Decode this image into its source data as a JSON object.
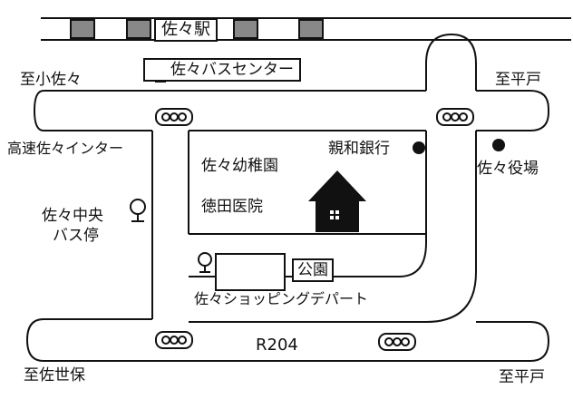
{
  "station": {
    "name": "佐々駅"
  },
  "bus_center": {
    "name": "佐々バスセンター"
  },
  "destinations": {
    "to_kosaza": "至小佐々",
    "to_hirado_top": "至平戸",
    "to_hirado_bottom": "至平戸",
    "to_sasebo": "至佐世保",
    "highway_ic": "高速佐々インター"
  },
  "places": {
    "kindergarten": "佐々幼稚園",
    "bank": "親和銀行",
    "town_office": "佐々役場",
    "clinic": "徳田医院",
    "bus_stop_line1": "佐々中央",
    "bus_stop_line2": "バス停",
    "park": "公園",
    "department_store": "佐々ショッピングデパート"
  },
  "road": {
    "route": "R204"
  },
  "colors": {
    "ink": "#111111",
    "background": "#ffffff"
  },
  "icons": [
    "bus-stop-icon",
    "traffic-light-icon",
    "home-icon",
    "location-dot-icon",
    "railway-track"
  ]
}
